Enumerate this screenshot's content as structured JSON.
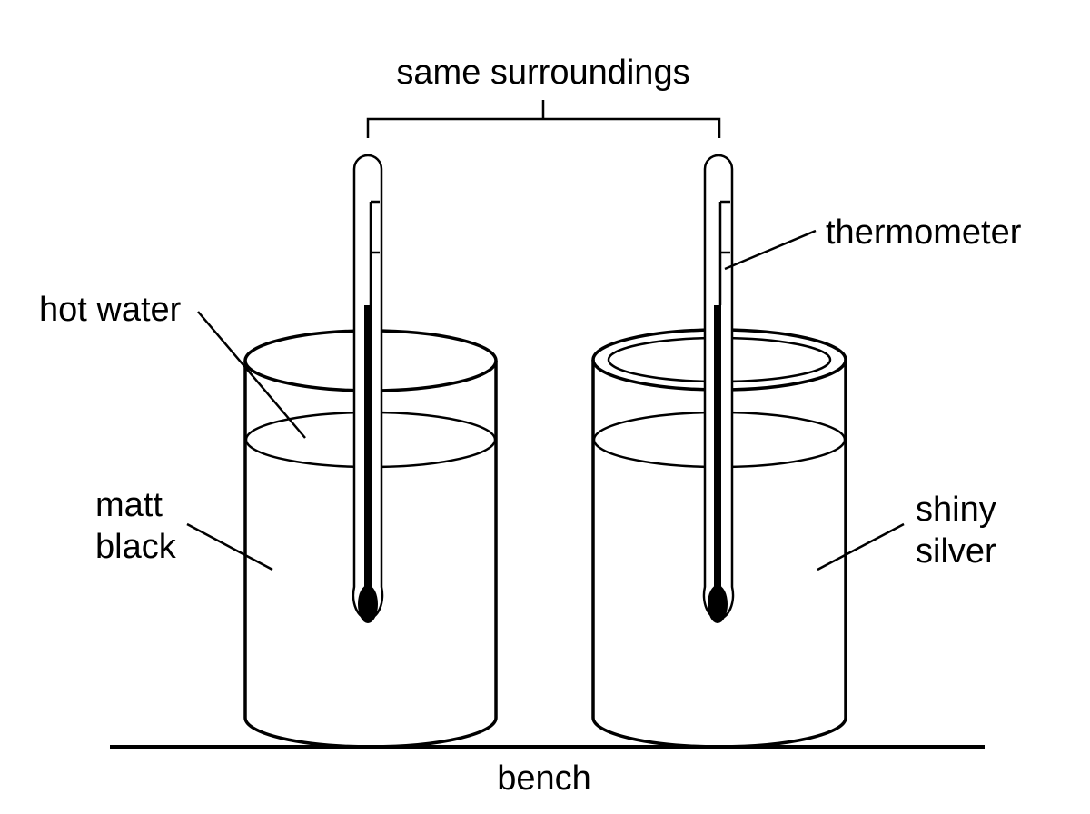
{
  "labels": {
    "surroundings": "same surroundings",
    "thermometer": "thermometer",
    "hot_water": "hot water",
    "left_can_line1": "matt",
    "left_can_line2": "black",
    "right_can_line1": "shiny",
    "right_can_line2": "silver",
    "bench": "bench"
  },
  "colors": {
    "ink": "#000000",
    "background": "#ffffff"
  }
}
